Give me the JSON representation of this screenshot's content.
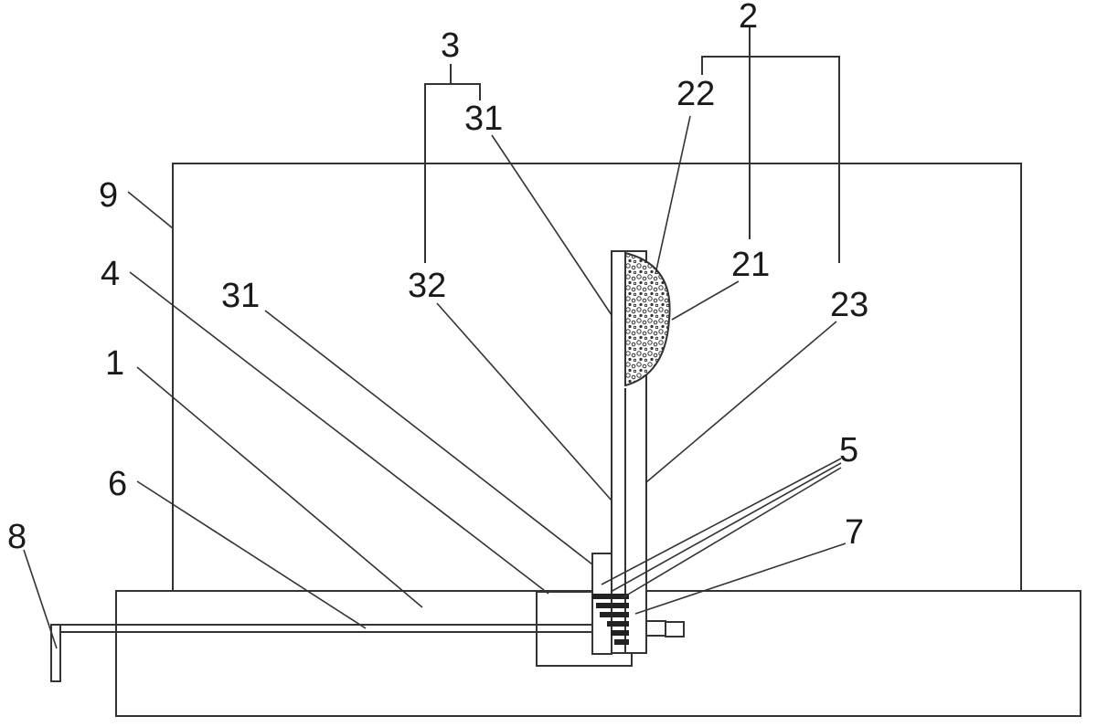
{
  "labels": {
    "l2": "2",
    "l3": "3",
    "l31_top": "31",
    "l22": "22",
    "l9": "9",
    "l21": "21",
    "l32": "32",
    "l23": "23",
    "l4": "4",
    "l31_left": "31",
    "l1": "1",
    "l5": "5",
    "l6": "6",
    "l7": "7",
    "l8": "8"
  },
  "colors": {
    "line": "#333333",
    "background": "#ffffff"
  }
}
